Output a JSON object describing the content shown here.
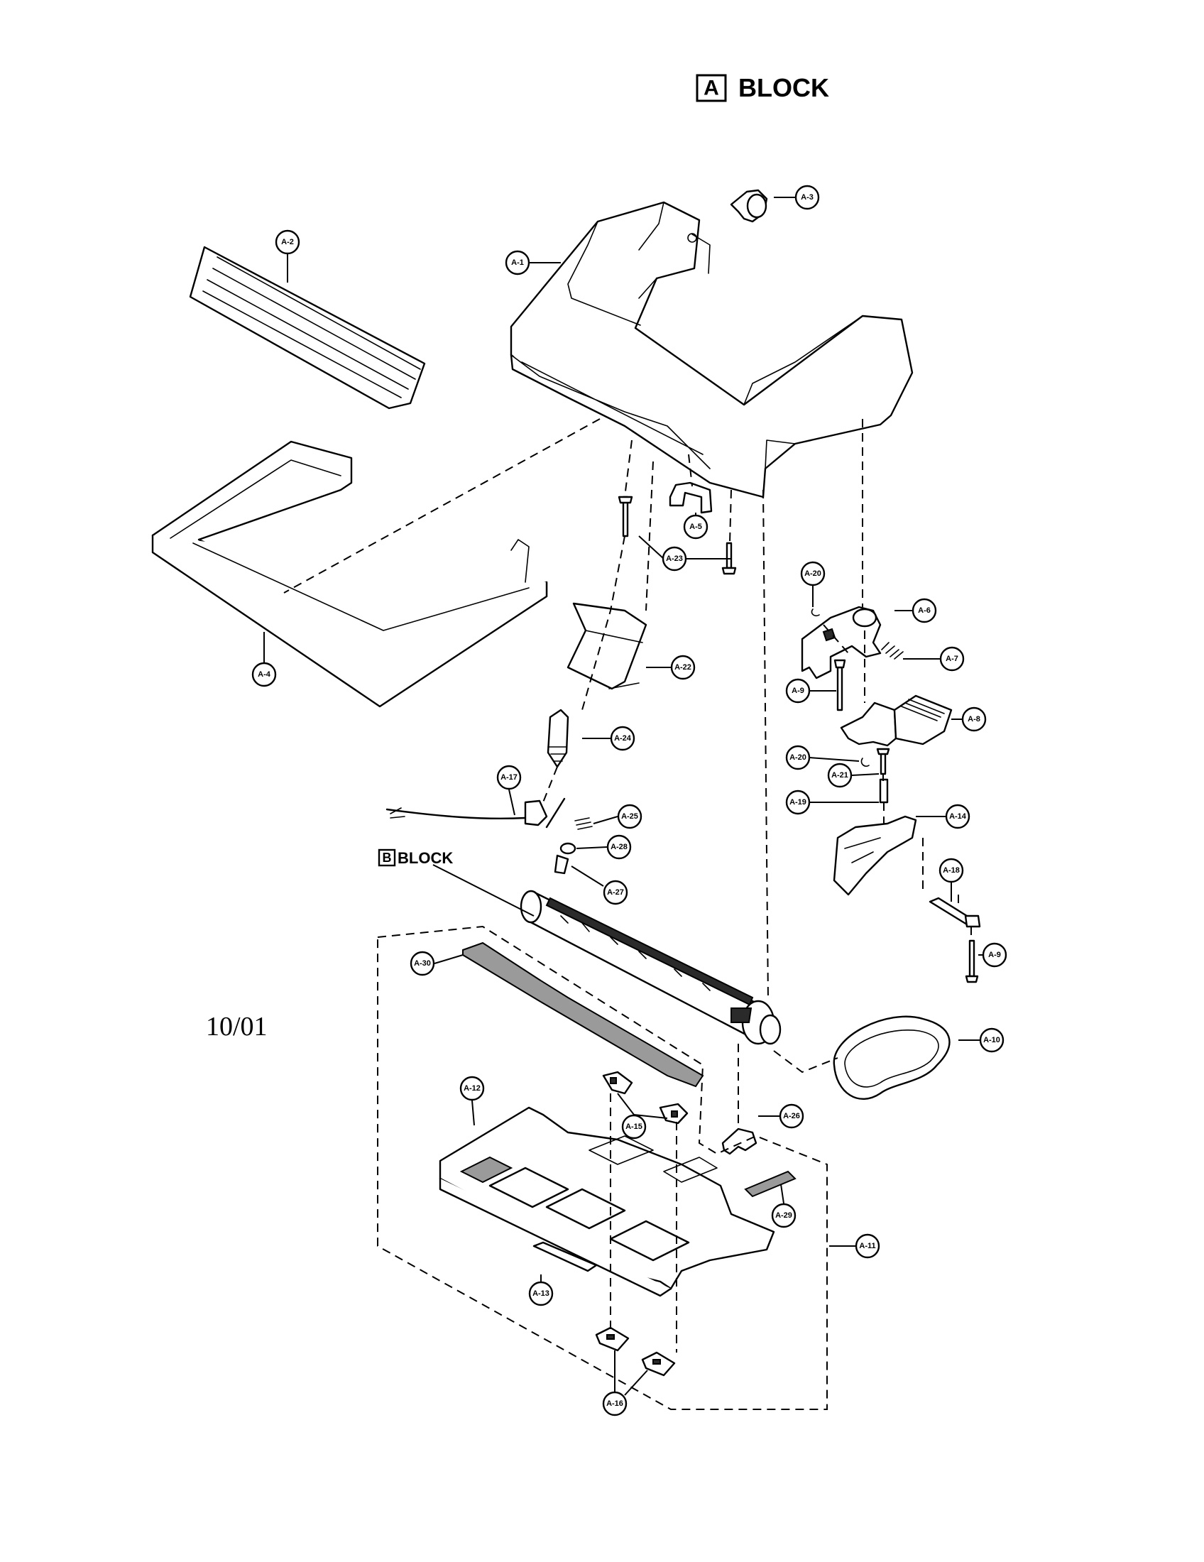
{
  "header": {
    "block_letter": "A",
    "title": "BLOCK"
  },
  "sub_block": {
    "letter": "B",
    "title": "BLOCK"
  },
  "date": "10/01",
  "callouts": {
    "a1": "A-1",
    "a2": "A-2",
    "a3": "A-3",
    "a4": "A-4",
    "a5": "A-5",
    "a6": "A-6",
    "a7": "A-7",
    "a8": "A-8",
    "a9_upper": "A-9",
    "a9_lower": "A-9",
    "a10": "A-10",
    "a11": "A-11",
    "a12": "A-12",
    "a13": "A-13",
    "a14": "A-14",
    "a15": "A-15",
    "a16": "A-16",
    "a17": "A-17",
    "a18": "A-18",
    "a19": "A-19",
    "a20_upper": "A-20",
    "a20_lower": "A-20",
    "a21": "A-21",
    "a22": "A-22",
    "a23": "A-23",
    "a24": "A-24",
    "a25": "A-25",
    "a26": "A-26",
    "a27": "A-27",
    "a28": "A-28",
    "a29": "A-29",
    "a30": "A-30"
  }
}
